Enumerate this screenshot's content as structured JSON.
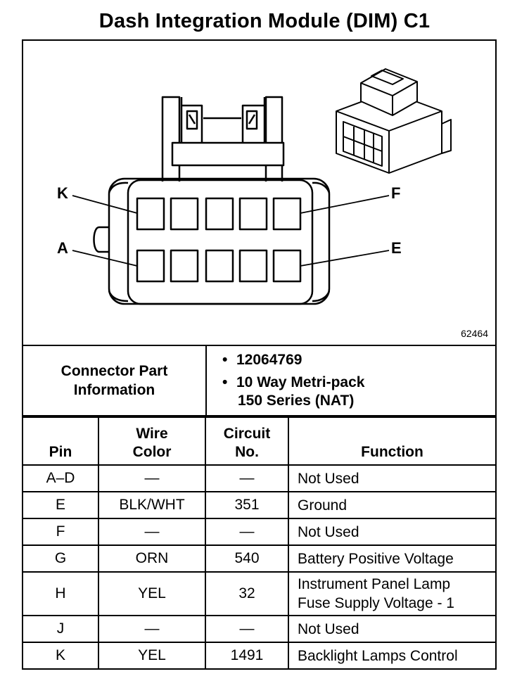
{
  "title": "Dash Integration Module (DIM) C1",
  "diagram": {
    "figure_number": "62464",
    "callouts": {
      "k": "K",
      "f": "F",
      "a": "A",
      "e": "E"
    },
    "colors": {
      "line": "#000000",
      "background": "#ffffff"
    }
  },
  "connector_info": {
    "label_line1": "Connector Part",
    "label_line2": "Information",
    "part_number": "12064769",
    "type_line1": "10 Way Metri-pack",
    "type_line2": "150 Series (NAT)",
    "bullet": "•"
  },
  "table": {
    "headers": {
      "pin": "Pin",
      "wire_color_line1": "Wire",
      "wire_color_line2": "Color",
      "circuit_line1": "Circuit",
      "circuit_line2": "No.",
      "function": "Function"
    },
    "rows": [
      {
        "pin": "A–D",
        "wire": "—",
        "circuit": "—",
        "function": "Not Used"
      },
      {
        "pin": "E",
        "wire": "BLK/WHT",
        "circuit": "351",
        "function": "Ground"
      },
      {
        "pin": "F",
        "wire": "—",
        "circuit": "—",
        "function": "Not Used"
      },
      {
        "pin": "G",
        "wire": "ORN",
        "circuit": "540",
        "function": "Battery Positive Voltage"
      },
      {
        "pin": "H",
        "wire": "YEL",
        "circuit": "32",
        "function_line1": "Instrument Panel Lamp",
        "function_line2": "Fuse Supply Voltage - 1"
      },
      {
        "pin": "J",
        "wire": "—",
        "circuit": "—",
        "function": "Not Used"
      },
      {
        "pin": "K",
        "wire": "YEL",
        "circuit": "1491",
        "function": "Backlight Lamps Control"
      }
    ]
  }
}
